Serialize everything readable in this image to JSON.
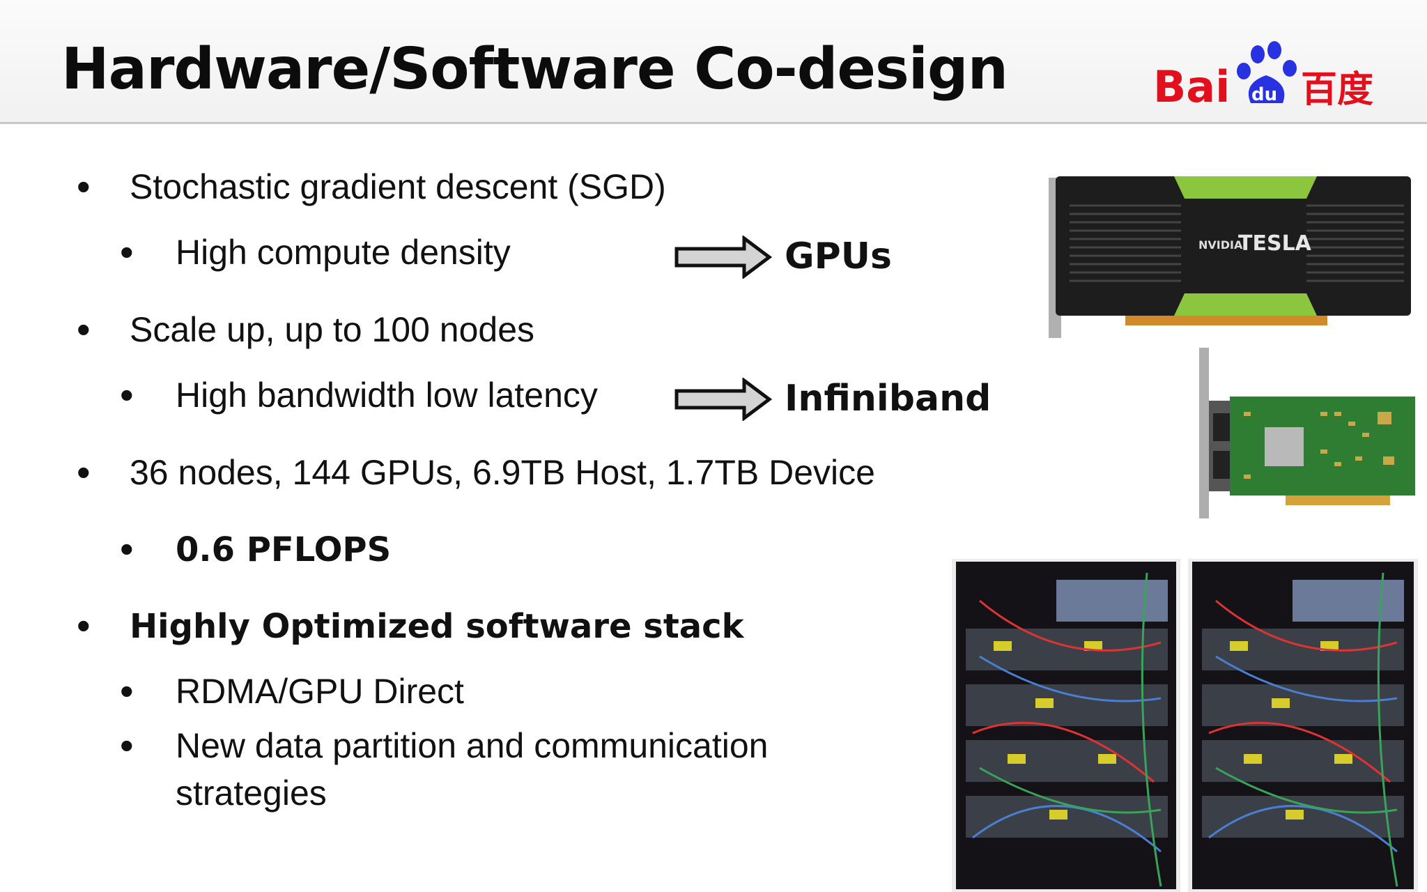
{
  "slide": {
    "title": "Hardware/Software Co-design",
    "logo": {
      "text": "Bai",
      "badge": "du",
      "chinese": "百度",
      "brand_red": "#e1101c",
      "brand_blue": "#2932e1"
    },
    "bullets": [
      {
        "text": "Stochastic gradient descent (SGD)",
        "level": 1
      },
      {
        "text": "High compute density",
        "level": 2,
        "arrow_target": "GPUs"
      },
      {
        "text": "Scale up, up to 100 nodes",
        "level": 1
      },
      {
        "text": "High bandwidth low latency",
        "level": 2,
        "arrow_target": "Infiniband"
      },
      {
        "text": "36 nodes, 144 GPUs, 6.9TB Host, 1.7TB Device",
        "level": 1
      },
      {
        "text": "0.6 PFLOPS",
        "level": 2,
        "bold": true
      },
      {
        "text": "Highly Optimized software stack",
        "level": 1,
        "bold": true
      },
      {
        "text": "RDMA/GPU Direct",
        "level": 2
      },
      {
        "text": "New data partition and communication",
        "level": 2
      },
      {
        "text": "strategies",
        "level": 2,
        "continuation": true
      }
    ],
    "gpu_card": {
      "brand": "NVIDIA",
      "model": "TESLA",
      "icon": "gpu-card-image",
      "accent": "#8cc63f"
    },
    "nic_card": {
      "icon": "infiniband-card-image",
      "board_color": "#2e7d32"
    },
    "racks": {
      "icon": "server-rack-photo",
      "count": 2
    }
  }
}
